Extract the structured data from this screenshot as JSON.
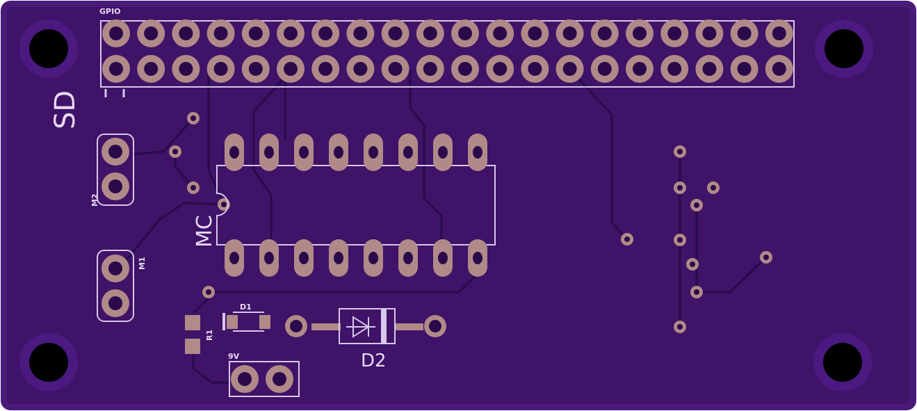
{
  "labels": {
    "gpio": "GPIO",
    "sd": "SD",
    "m2": "M2",
    "m1": "M1",
    "mc": "MC",
    "d1": "D1",
    "r1": "R1",
    "d2": "D2",
    "nine_v": "9V"
  },
  "colors": {
    "board_edge": "#4a1a78",
    "board_fill": "#3b1264",
    "copper_fill": "#4a1a80",
    "trace": "#2a0a4a",
    "pad": "#b08a88",
    "hole": "#000000",
    "silk": "#d8c8ec"
  }
}
